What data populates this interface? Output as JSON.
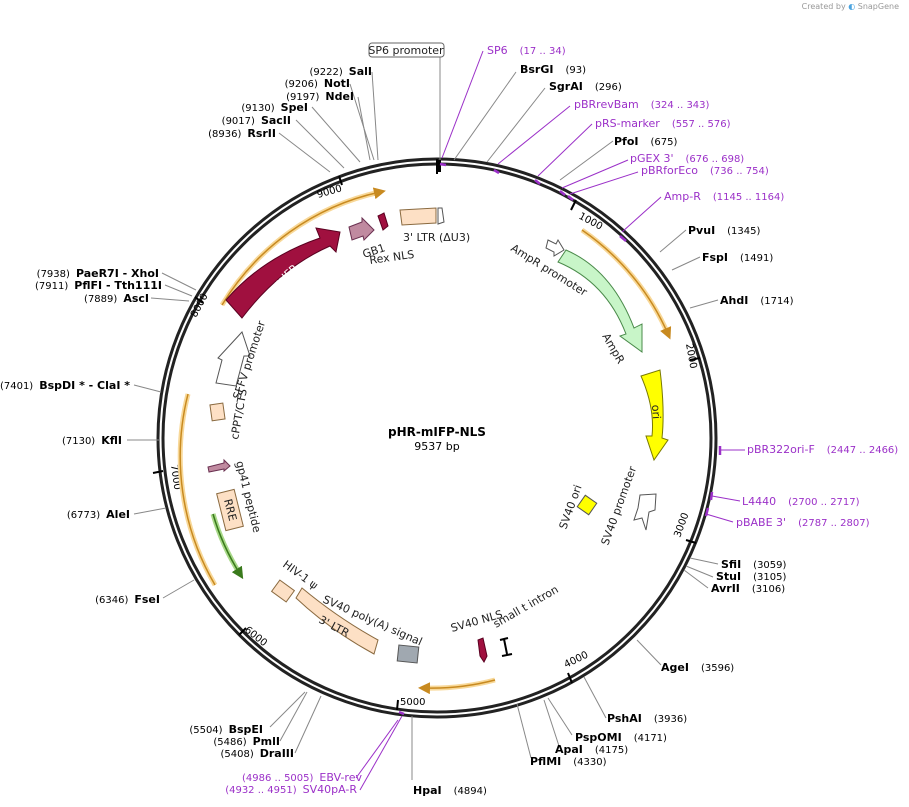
{
  "credit": {
    "prefix": "Created by",
    "brand": "SnapGene"
  },
  "plasmid": {
    "name": "pHR-mIFP-NLS",
    "length_label": "9537 bp"
  },
  "ticks": [
    "1000",
    "2000",
    "3000",
    "4000",
    "5000",
    "6000",
    "7000",
    "8000",
    "9000"
  ],
  "sites": [
    {
      "name": "SalI",
      "pos": "(9222)"
    },
    {
      "name": "NotI",
      "pos": "(9206)"
    },
    {
      "name": "NdeI",
      "pos": "(9197)"
    },
    {
      "name": "SpeI",
      "pos": "(9130)"
    },
    {
      "name": "SacII",
      "pos": "(9017)"
    },
    {
      "name": "RsrII",
      "pos": "(8936)"
    },
    {
      "name": "BsrGI",
      "pos": "(93)"
    },
    {
      "name": "SgrAI",
      "pos": "(296)"
    },
    {
      "name": "PfoI",
      "pos": "(675)"
    },
    {
      "name": "PvuI",
      "pos": "(1345)"
    },
    {
      "name": "FspI",
      "pos": "(1491)"
    },
    {
      "name": "AhdI",
      "pos": "(1714)"
    },
    {
      "name": "SfiI",
      "pos": "(3059)"
    },
    {
      "name": "StuI",
      "pos": "(3105)"
    },
    {
      "name": "AvrII",
      "pos": "(3106)"
    },
    {
      "name": "AgeI",
      "pos": "(3596)"
    },
    {
      "name": "PshAI",
      "pos": "(3936)"
    },
    {
      "name": "PspOMI",
      "pos": "(4171)"
    },
    {
      "name": "ApaI",
      "pos": "(4175)"
    },
    {
      "name": "PflMI",
      "pos": "(4330)"
    },
    {
      "name": "HpaI",
      "pos": "(4894)"
    },
    {
      "name": "BspEI",
      "pos": "(5504)"
    },
    {
      "name": "PmlI",
      "pos": "(5486)"
    },
    {
      "name": "DraIII",
      "pos": "(5408)"
    },
    {
      "name": "FseI",
      "pos": "(6346)"
    },
    {
      "name": "AleI",
      "pos": "(6773)"
    },
    {
      "name": "KflI",
      "pos": "(7130)"
    },
    {
      "name": "BspDI * - ClaI *",
      "pos": "(7401)"
    },
    {
      "name": "AscI",
      "pos": "(7889)"
    },
    {
      "name": "PflFI - Tth111I",
      "pos": "(7911)"
    },
    {
      "name": "PaeR7I - XhoI",
      "pos": "(7938)"
    }
  ],
  "primers": [
    {
      "name": "SP6",
      "range": "(17 .. 34)"
    },
    {
      "name": "pBRrevBam",
      "range": "(324 .. 343)"
    },
    {
      "name": "pRS-marker",
      "range": "(557 .. 576)"
    },
    {
      "name": "pGEX 3'",
      "range": "(676 .. 698)"
    },
    {
      "name": "pBRforEco",
      "range": "(736 .. 754)"
    },
    {
      "name": "Amp-R",
      "range": "(1145 .. 1164)"
    },
    {
      "name": "pBR322ori-F",
      "range": "(2447 .. 2466)"
    },
    {
      "name": "L4440",
      "range": "(2700 .. 2717)"
    },
    {
      "name": "pBABE 3'",
      "range": "(2787 .. 2807)"
    },
    {
      "name": "EBV-rev",
      "range": "(4986 .. 5005)"
    },
    {
      "name": "SV40pA-R",
      "range": "(4932 .. 4951)"
    }
  ],
  "features": {
    "sp6_promoter": "SP6 promoter",
    "ltr3_du3": "3' LTR (ΔU3)",
    "gb1": "GB1",
    "rex_nls": "Rex NLS",
    "mifp": "mIFP",
    "ampr_promoter": "AmpR promoter",
    "ampr": "AmpR",
    "ori": "ori",
    "sv40_ori": "SV40 ori",
    "sv40_promoter_right": "SV40 promoter",
    "sffv_promoter": "SFFV promoter",
    "cppt_cts": "cPPT/CTS",
    "gp41": "gp41 peptide",
    "rre": "RRE",
    "hiv_psi": "HIV-1 ψ",
    "ltr3": "3' LTR",
    "sv40_polya": "SV40 poly(A) signal",
    "sv40_nls": "SV40 NLS",
    "small_t": "small t intron"
  },
  "colors": {
    "backbone": "#222222",
    "primer": "#9b30c8",
    "mifp": "#a0103f",
    "ampr": "#c8f5c8",
    "ori": "#ffff00",
    "ltr": "#fde0c5",
    "gb1": "#c08aa0",
    "orf_arc": "#f0b050",
    "rre_arc": "#5aa02c"
  }
}
